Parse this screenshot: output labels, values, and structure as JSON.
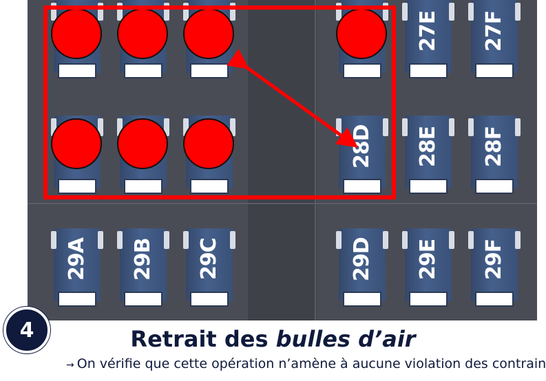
{
  "step": {
    "number": "4"
  },
  "title": {
    "main": "Retrait des ",
    "emphasis": "bulles d’air"
  },
  "subtitle": {
    "arrow": "→",
    "text": "On vérifie que cette opération n’amène à aucune violation des contraintes"
  },
  "seat_rows": [
    {
      "row": "27",
      "seats": [
        "",
        "",
        "",
        "",
        "27E",
        "27F"
      ]
    },
    {
      "row": "28",
      "seats": [
        "",
        "",
        "",
        "28D",
        "28E",
        "28F"
      ]
    },
    {
      "row": "29",
      "seats": [
        "29A",
        "29B",
        "29C",
        "29D",
        "29E",
        "29F"
      ]
    }
  ],
  "occupied_seats": [
    "27A",
    "27B",
    "27C",
    "27D",
    "28A",
    "28B",
    "28C"
  ],
  "colors": {
    "highlight": "#ff0000",
    "seat": "#45608c",
    "cabin": "#4a4c55",
    "badge": "#0f1a3c"
  }
}
